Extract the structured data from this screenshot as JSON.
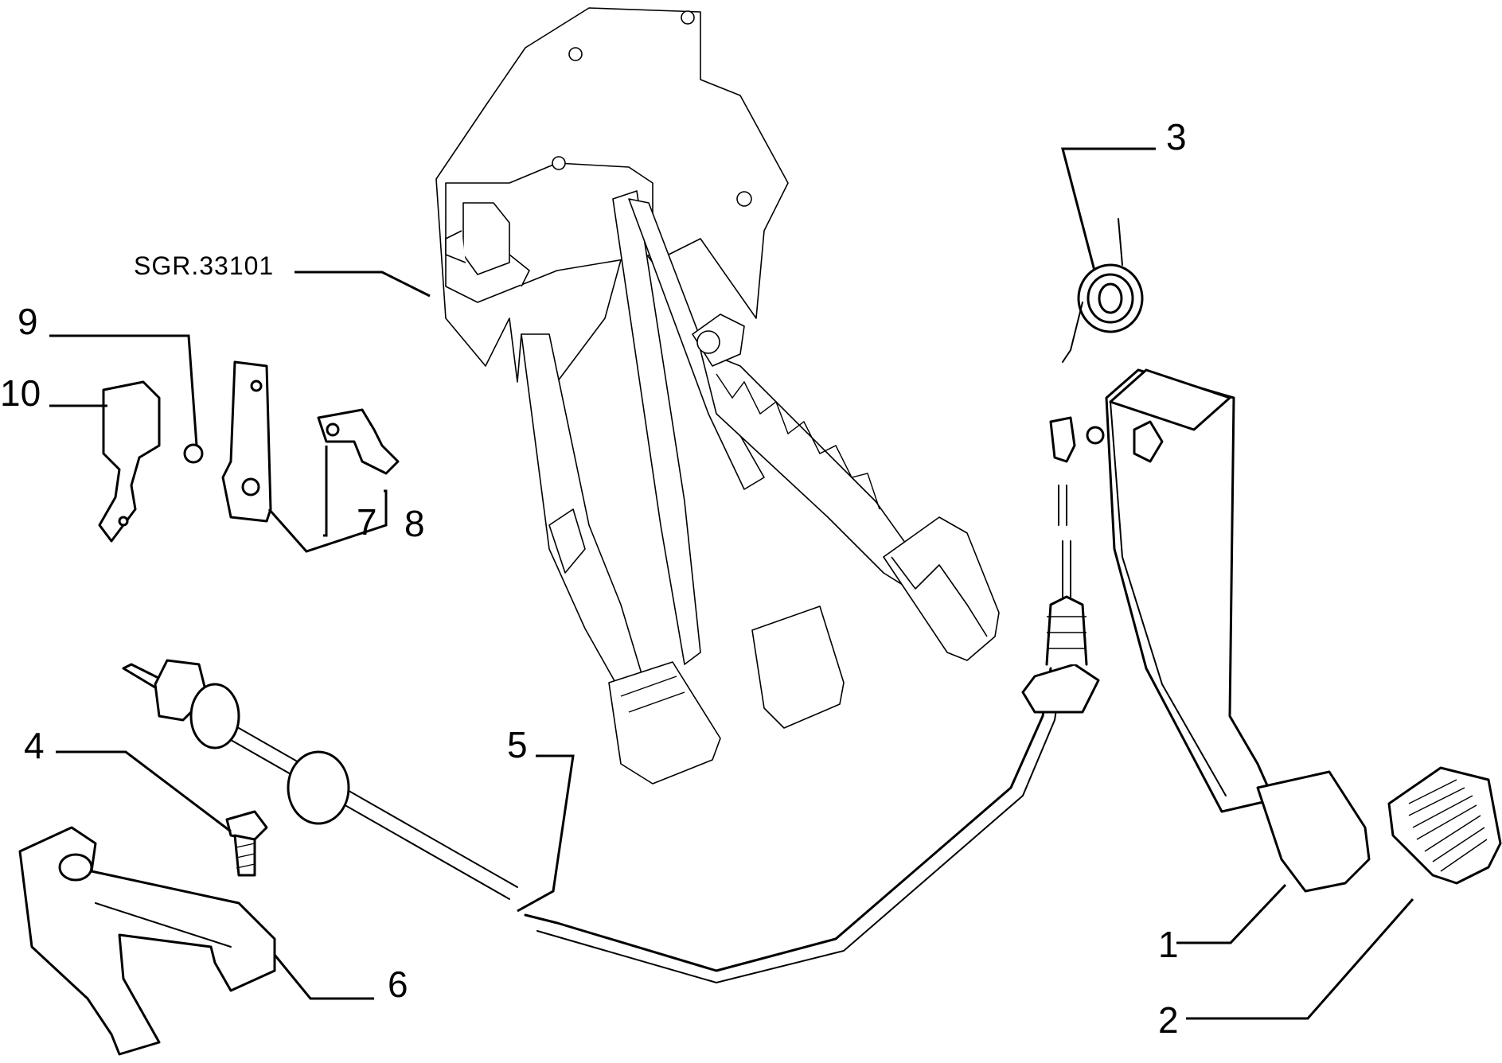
{
  "assembly_ref": "SGR.33101",
  "callouts": {
    "c1": "1",
    "c2": "2",
    "c3": "3",
    "c4": "4",
    "c5": "5",
    "c6": "6",
    "c7": "7",
    "c8": "8",
    "c9": "9",
    "c10": "10"
  }
}
